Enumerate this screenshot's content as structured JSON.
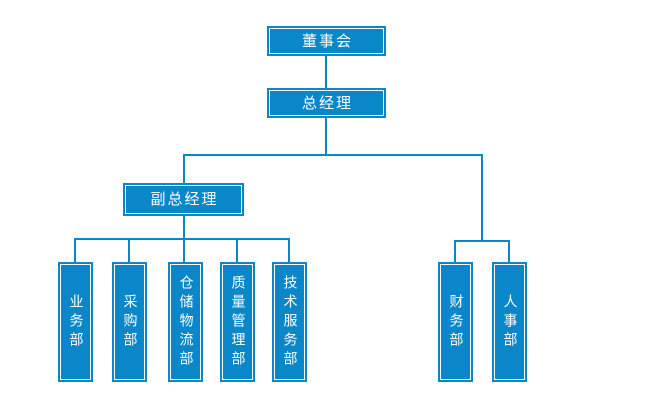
{
  "org_chart": {
    "type": "organization-chart",
    "colors": {
      "node_fill": "#0a87c8",
      "node_inner_border": "#ffffff",
      "connector_line": "#0a87c8",
      "text": "#ffffff",
      "background": "#ffffff"
    },
    "nodes": {
      "board": {
        "label": "董事会"
      },
      "general_manager": {
        "label": "总经理"
      },
      "deputy_general_manager": {
        "label": "副总经理"
      },
      "business_dept": {
        "label": "业务部"
      },
      "procurement_dept": {
        "label": "采购部"
      },
      "warehouse_logistics_dept": {
        "label": "仓储物流部"
      },
      "quality_management_dept": {
        "label": "质量管理部"
      },
      "technical_service_dept": {
        "label": "技术服务部"
      },
      "finance_dept": {
        "label": "财务部"
      },
      "hr_dept": {
        "label": "人事部"
      }
    },
    "hierarchy": [
      {
        "parent": "董事会",
        "children": [
          "总经理"
        ]
      },
      {
        "parent": "总经理",
        "children": [
          "副总经理",
          "财务部",
          "人事部"
        ]
      },
      {
        "parent": "副总经理",
        "children": [
          "业务部",
          "采购部",
          "仓储物流部",
          "质量管理部",
          "技术服务部"
        ]
      }
    ]
  }
}
